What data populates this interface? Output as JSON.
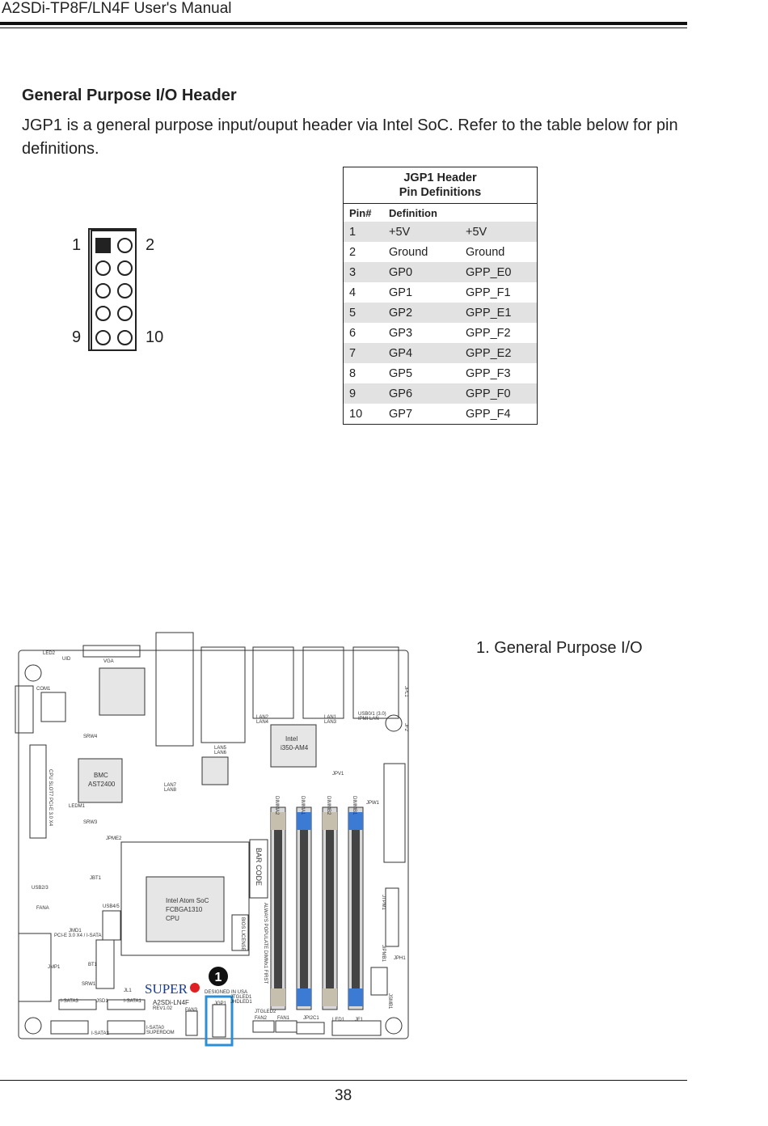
{
  "header": {
    "title": "A2SDi-TP8F/LN4F User's Manual"
  },
  "section": {
    "title": "General Purpose I/O Header",
    "paragraph": "JGP1 is a general purpose input/ouput header via Intel SoC. Refer to the table below for pin definitions."
  },
  "diagram": {
    "label_1": "1",
    "label_2": "2",
    "label_9": "9",
    "label_10": "10"
  },
  "table": {
    "title_line1": "JGP1 Header",
    "title_line2": "Pin Definitions",
    "col_pin": "Pin#",
    "col_def": "Definition",
    "rows": [
      {
        "pin": "1",
        "def": "+5V",
        "alt": "+5V"
      },
      {
        "pin": "2",
        "def": "Ground",
        "alt": "Ground"
      },
      {
        "pin": "3",
        "def": "GP0",
        "alt": "GPP_E0"
      },
      {
        "pin": "4",
        "def": "GP1",
        "alt": "GPP_F1"
      },
      {
        "pin": "5",
        "def": "GP2",
        "alt": "GPP_E1"
      },
      {
        "pin": "6",
        "def": "GP3",
        "alt": "GPP_F2"
      },
      {
        "pin": "7",
        "def": "GP4",
        "alt": "GPP_E2"
      },
      {
        "pin": "8",
        "def": "GP5",
        "alt": "GPP_F3"
      },
      {
        "pin": "9",
        "def": "GP6",
        "alt": "GPP_F0"
      },
      {
        "pin": "10",
        "def": "GP7",
        "alt": "GPP_F4"
      }
    ]
  },
  "board": {
    "callout_number": "1",
    "callout_text": "1. General Purpose I/O",
    "labels": {
      "led2": "LED2",
      "uid": "UID",
      "vga": "VGA",
      "com1": "COM1",
      "srw4": "SRW4",
      "bmc": "BMC",
      "ast": "AST2400",
      "cpu_slot": "CPU SLOT7 PCI-E 3.0 X4",
      "ledm1": "LEDM1",
      "srw3": "SRW3",
      "jpme2": "JPME2",
      "jbt1": "JBT1",
      "usb23": "USB2/3",
      "fana": "FANA",
      "usb45": "USB4/5",
      "jmd1": "JMD1",
      "pcie_sata": "PCI-E 3.0 X4 / I-SATA",
      "bt1": "BT1",
      "jmp1": "JMP1",
      "srw1": "SRW1",
      "jl1": "JL1",
      "isata3": "I-SATA3",
      "jsd1": "JSD1",
      "isata1": "I-SATA1",
      "isata2": "I-SATA2",
      "isata0": "I-SATA0",
      "superdom": "SUPERDOM",
      "lan2": "LAN2",
      "lan4": "LAN4",
      "lan1": "LAN1",
      "lan3": "LAN3",
      "lan5": "LAN5",
      "lan6": "LAN6",
      "lan7": "LAN7",
      "lan8": "LAN8",
      "usb01": "USB0/1 (3.0)",
      "ipmi_lan": "IPMI LAN",
      "intel": "Intel",
      "i350": "i350-AM4",
      "jpv1": "JPV1",
      "dimma2": "DIMMA2",
      "dimma1": "DIMMA1",
      "dimmb2": "DIMMB2",
      "dimmb1": "DIMMB1",
      "jpw1": "JPW1",
      "bar_code": "BAR CODE",
      "soc1": "Intel Atom SoC",
      "soc2": "FCBGA1310",
      "soc3": "CPU",
      "bios": "BIOS LICENSE",
      "always": "ALWAYS POPULATE DIMMx1 FIRST",
      "super": "SUPER",
      "model": "A2SDi-LN4F",
      "rev": "REV1.02",
      "designed": "DESIGNED IN USA",
      "jgp1": "JGP1",
      "jtgled1": "JTGLED1",
      "jhdled1": "JHDLED1",
      "jtgled2": "JTGLED2",
      "fan3": "FAN3",
      "fan2": "FAN2",
      "fan1": "FAN1",
      "jipmb1": "JIPMB1",
      "jpi2c1": "JPI2C1",
      "led1": "LED1",
      "jf1": "JF1",
      "jtpm1": "JTPM1",
      "jph1": "JPH1",
      "jpl1": "JPL1",
      "jsmb1": "JSMB1",
      "jf2": "JF2"
    }
  },
  "footer": {
    "page_number": "38"
  }
}
